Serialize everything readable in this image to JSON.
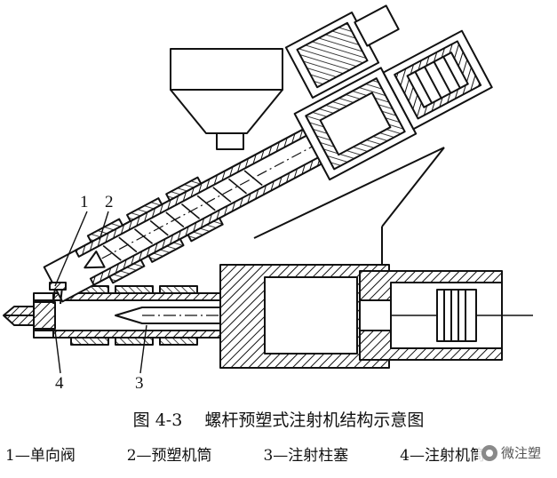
{
  "figure": {
    "title": "图 4-3　 螺杆预塑式注射机结构示意图",
    "callouts": [
      "1",
      "2",
      "3",
      "4"
    ],
    "legend": [
      "1—单向阀",
      "2—预塑机筒",
      "3—注射柱塞",
      "4—注射机筒"
    ],
    "watermark": "微注塑",
    "watermark_icon": "wechat-logo-icon"
  },
  "colors": {
    "ink": "#111111",
    "background": "#ffffff"
  }
}
